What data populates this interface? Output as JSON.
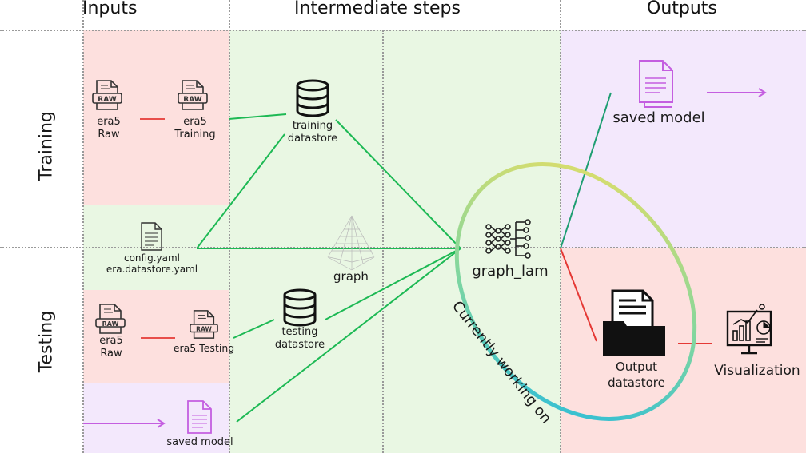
{
  "headers": {
    "inputs": "Inputs",
    "intermediate": "Intermediate steps",
    "outputs": "Outputs"
  },
  "rows": {
    "training": "Training",
    "testing": "Testing"
  },
  "nodes": {
    "train_raw": "era5\nRaw",
    "train_training": "era5\nTraining",
    "config": "config.yaml\nera.datastore.yaml",
    "test_raw": "era5\nRaw",
    "test_testing": "era5 Testing",
    "saved_model_input": "saved model",
    "training_datastore": "training\ndatastore",
    "graph": "graph",
    "testing_datastore": "testing\ndatastore",
    "graph_lam": "graph_lam",
    "saved_model_output": "saved model",
    "output_datastore": "Output\ndatastore",
    "visualization": "Visualization",
    "working_on": "Currently working on"
  },
  "icon_text": {
    "raw": "RAW"
  },
  "colors": {
    "input_red": "#fde0de",
    "input_green": "#e9f7e3",
    "input_purple": "#f3e8fc",
    "middle_green": "#e9f7e3",
    "output_purple": "#f3e8fc",
    "output_red": "#fde0de",
    "connector_green": "#1db954",
    "connector_red": "#e53935",
    "connector_purple": "#c45ee0",
    "connector_teal": "#1e9e72"
  }
}
